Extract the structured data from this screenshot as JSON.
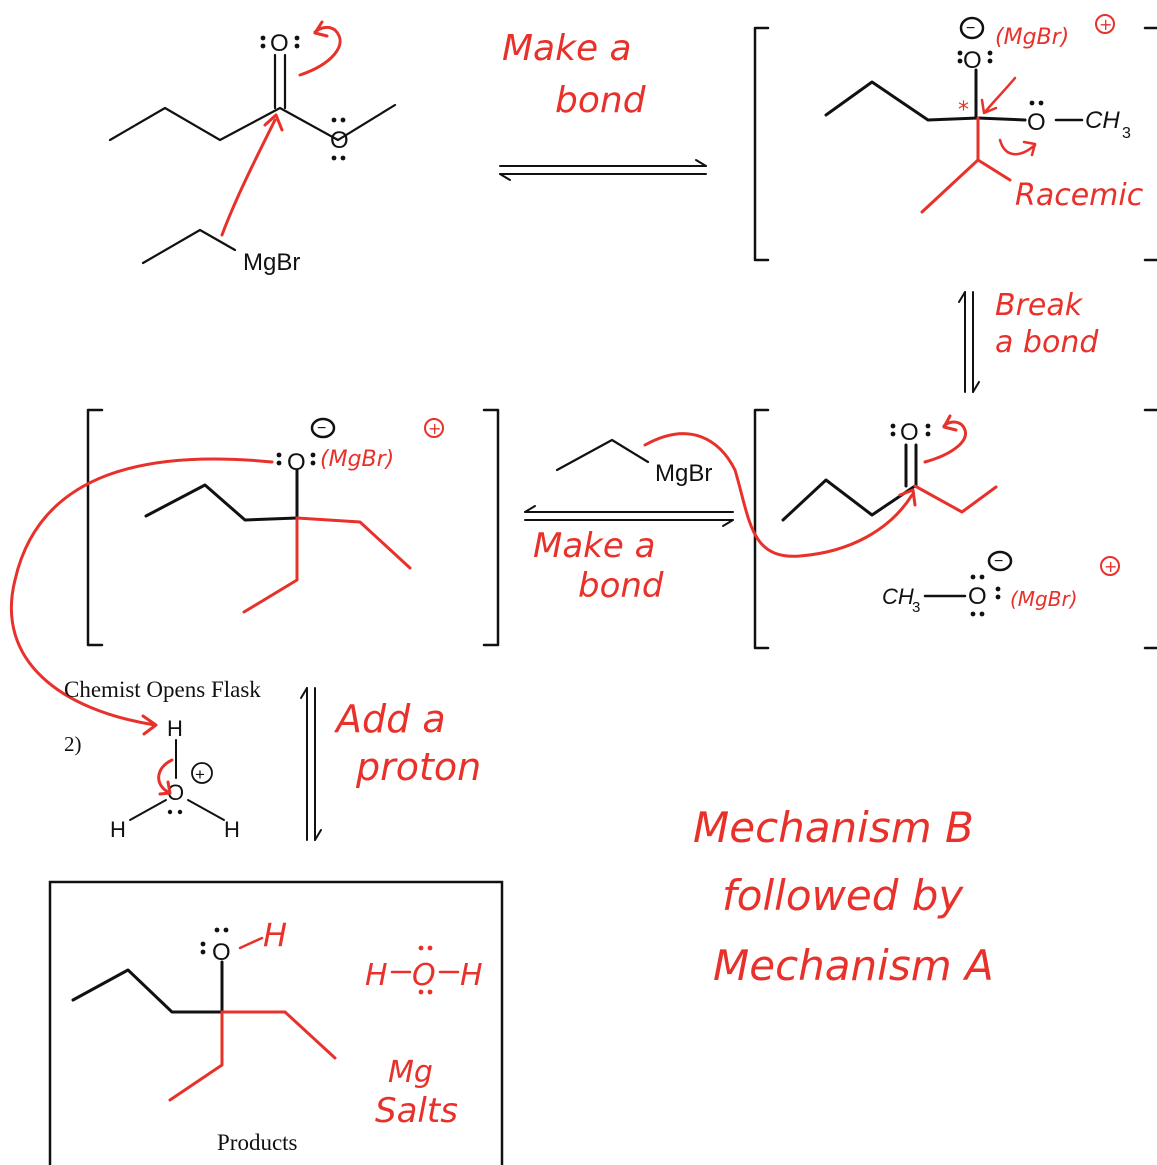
{
  "colors": {
    "annotation": "#e8312a",
    "structure": "#111111",
    "background": "#ffffff"
  },
  "reagents": {
    "grignard_1": "MgBr",
    "grignard_2": "MgBr",
    "magnesium_bromide_1": "(MgBr)",
    "magnesium_bromide_2": "(MgBr)",
    "magnesium_bromide_3": "(MgBr)",
    "methyl_group": "CH",
    "methyl_subscript": "3",
    "methoxide_methyl": "CH",
    "methoxide_subscript": "3"
  },
  "atoms": {
    "carbonyl_o": "O",
    "ester_o": "O",
    "tetrahedral_o": "O",
    "tetrahedral_ether_o": "O",
    "ketone_o": "O",
    "alkoxide_o": "O",
    "methoxide_o": "O",
    "hydronium_o": "O",
    "hydronium_h_top": "H",
    "hydronium_h_left": "H",
    "hydronium_h_right": "H",
    "product_o": "O",
    "product_h": "H",
    "water_h_left": "H",
    "water_o": "O",
    "water_h_right": "H",
    "chiral_marker": "*",
    "plus_sign": "+",
    "minus_sign": "−"
  },
  "annotations": {
    "step1_line1": "Make a",
    "step1_line2": "bond",
    "racemic": "Racemic",
    "step2_line1": "Break",
    "step2_line2": "a bond",
    "step3_line1": "Make a",
    "step3_line2": "bond",
    "step4_line1": "Add a",
    "step4_line2": "proton",
    "mechanism_line1": "Mechanism B",
    "mechanism_line2": "followed by",
    "mechanism_line3": "Mechanism A",
    "mg_salts_line1": "Mg",
    "mg_salts_line2": "Salts"
  },
  "labels": {
    "chemist_opens_flask": "Chemist Opens Flask",
    "step_number": "2)",
    "products": "Products"
  }
}
